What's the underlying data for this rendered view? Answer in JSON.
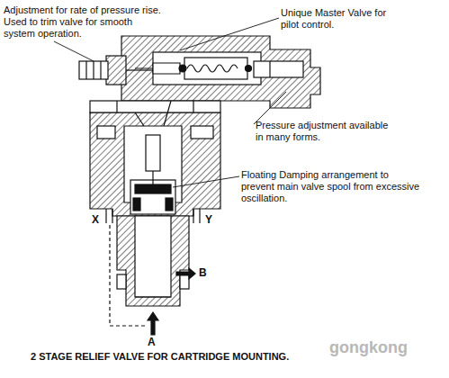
{
  "diagram": {
    "caption": "2 STAGE RELIEF VALVE FOR CARTRIDGE MOUNTING.",
    "labels": [
      "Adjustment for rate of pressure rise. Used to trim valve for smooth system operation.",
      "Unique Master Valve for pilot control.",
      "Pressure adjustment available in many forms.",
      "Floating Damping arrangement to prevent main valve spool from excessive oscillation.",
      "X",
      "Y",
      "B",
      "A",
      "gongkong"
    ]
  }
}
